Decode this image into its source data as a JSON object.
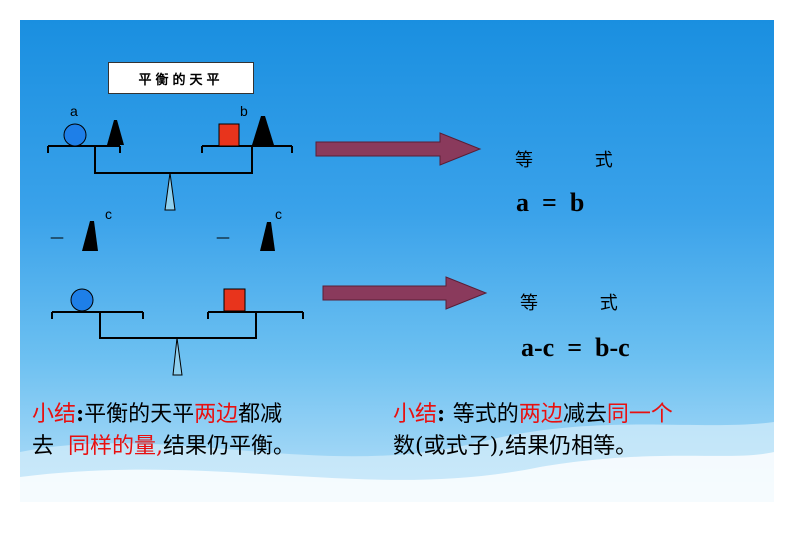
{
  "panel_title": "平衡的天平",
  "labels": {
    "a": "a",
    "b": "b",
    "c_left": "c",
    "c_right": "c",
    "minus_left": "—",
    "minus_right": "—"
  },
  "equations": [
    {
      "heading": "等 式",
      "expr": "a  =  b"
    },
    {
      "heading": "等 式",
      "expr": "a-c  =  b-c"
    }
  ],
  "summary_left": {
    "prefix": "小结",
    "sep": ":",
    "t1": "平衡的天平",
    "r1": "两边",
    "t2": "都减",
    "t3": "去  ",
    "r2": "同样的量,",
    "t4": "结果仍平衡。"
  },
  "summary_right": {
    "prefix": "小结",
    "sep": ": ",
    "t1": "等式的",
    "r1": "两边",
    "t2": "减去",
    "r2": "同一个",
    "t3": "数(或式子),结果仍相等。"
  },
  "colors": {
    "ball": "#1e7fe8",
    "box": "#e8341c",
    "arrow": "#8a3a5c",
    "highlight": "#e81010"
  }
}
